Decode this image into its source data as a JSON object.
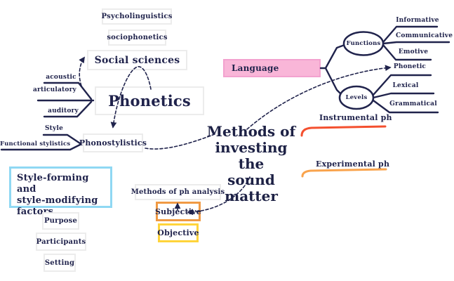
{
  "palette": {
    "navy": "#20234c",
    "pink_fill": "#f9b6d8",
    "blue_border": "#8fd8f3",
    "orange_border": "#f09a44",
    "yellow_border": "#ffd43b",
    "red_stroke": "#f4502f",
    "orange_stroke": "#f9a34c",
    "box_border": "#ececec"
  },
  "map": {
    "top_branch": {
      "psycholinguistics": "Psycholinguistics",
      "sociophonetics": "sociophonetics",
      "social_sciences": "Social sciences",
      "phonetics": "Phonetics",
      "phonetics_children": [
        "acoustic",
        "articulatory",
        "auditory"
      ]
    },
    "style_branch": {
      "phonostylistics": "Phonostylistics",
      "children": [
        "Style",
        "Functional stylistics"
      ],
      "factors_lines": [
        "Style-forming and",
        "style-modifying",
        "factors"
      ],
      "factor_items": [
        "Purpose",
        "Participants",
        "Setting"
      ]
    },
    "center": {
      "title_lines": [
        "Methods of",
        "investing the",
        "sound matter"
      ],
      "methods_analysis": "Methods of ph analysis",
      "subjective": "Subjective",
      "objective": "Objective"
    },
    "language_branch": {
      "language": "Language",
      "functions": "Functions",
      "functions_children": [
        "Informative",
        "Communicative",
        "Emotive"
      ],
      "levels": "Levels",
      "levels_children": [
        "Phonetic",
        "Lexical",
        "Grammatical"
      ]
    },
    "methods_labels": {
      "instrumental": "Instrumental ph",
      "experimental": "Experimental ph"
    }
  }
}
